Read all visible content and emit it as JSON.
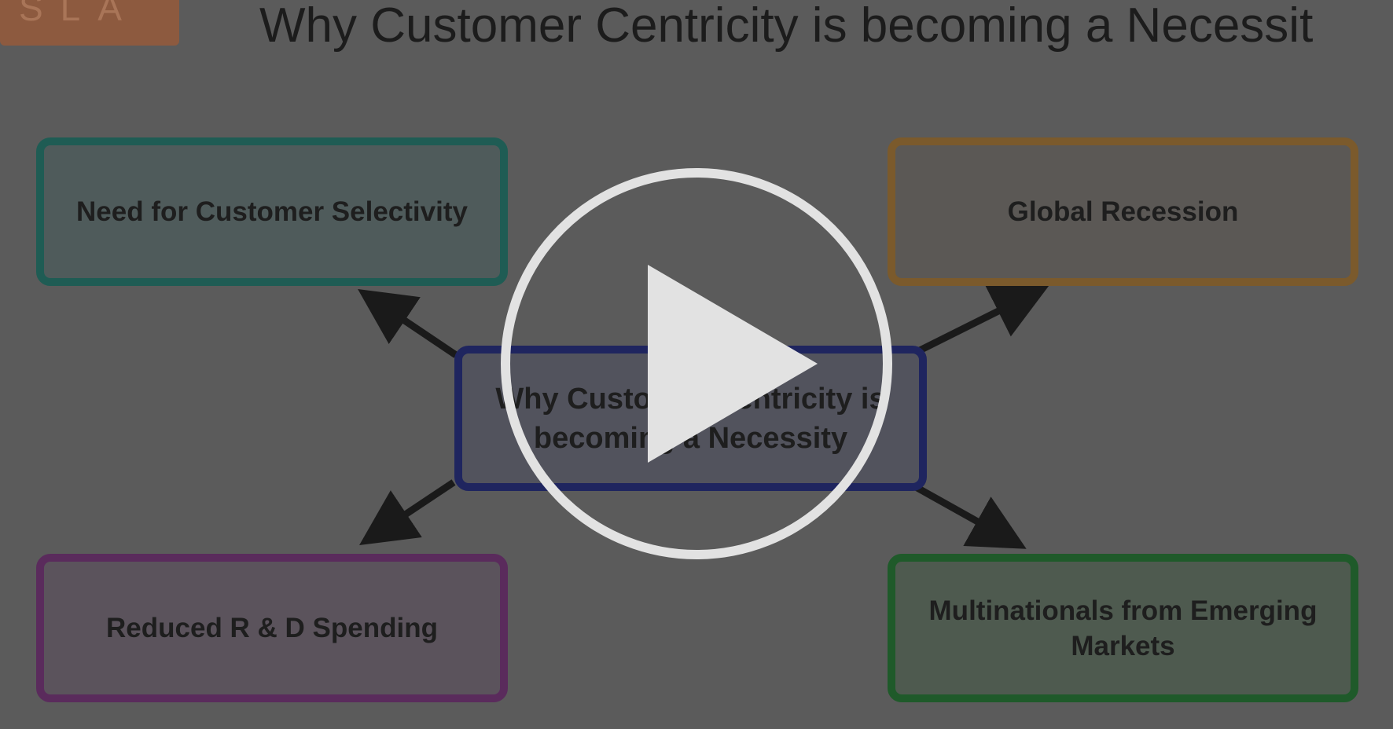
{
  "slide": {
    "logo_text": "SLA",
    "title": "Why Customer Centricity is becoming a Necessit",
    "center_box": {
      "line1": "Why Customer Centricity is",
      "line2": "becoming a Necessity"
    },
    "boxes": {
      "top_left": "Need for Customer Selectivity",
      "top_right": "Global Recession",
      "bottom_left": "Reduced R & D Spending",
      "bottom_right_line1": "Multinationals from Emerging",
      "bottom_right_line2": "Markets"
    }
  },
  "player": {
    "icon": "play-icon"
  }
}
